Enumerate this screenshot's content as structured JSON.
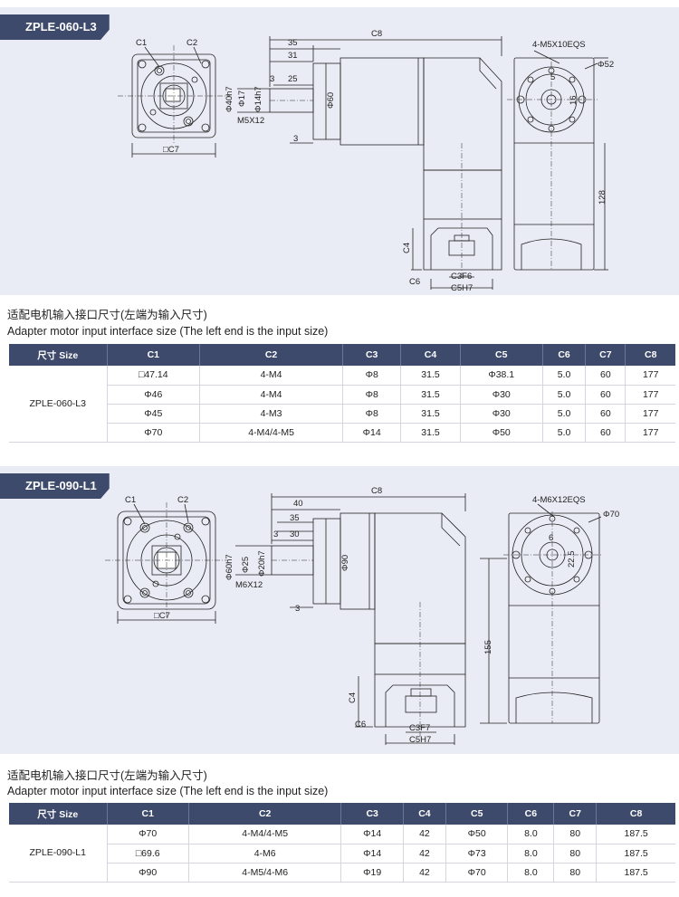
{
  "section1": {
    "tag": "ZPLE-060-L3",
    "drawing": {
      "c1": "C1",
      "c2": "C2",
      "c7": "□C7",
      "c8": "C8",
      "d35": "35",
      "d31": "31",
      "d25": "25",
      "d3a": "3",
      "d3b": "3",
      "phi40": "Φ40h7",
      "phi17": "Φ17",
      "phi14": "Φ14h7",
      "m5": "M5X12",
      "phi60": "Φ60",
      "holes": "4-M5X10EQS",
      "phi52": "Φ52",
      "d5": "5",
      "d16": "16",
      "h128": "128",
      "c4": "C4",
      "c6": "C6",
      "c3f6": "C3F6",
      "c5h7": "C5H7"
    },
    "caption_cn": "适配电机输入接口尺寸(左端为输入尺寸)",
    "caption_en": "Adapter motor input interface size (The left end is the input size)",
    "headers": [
      "尺寸 Size",
      "C1",
      "C2",
      "C3",
      "C4",
      "C5",
      "C6",
      "C7",
      "C8"
    ],
    "model": "ZPLE-060-L3",
    "rows": [
      [
        "□47.14",
        "4-M4",
        "Φ8",
        "31.5",
        "Φ38.1",
        "5.0",
        "60",
        "177"
      ],
      [
        "Φ46",
        "4-M4",
        "Φ8",
        "31.5",
        "Φ30",
        "5.0",
        "60",
        "177"
      ],
      [
        "Φ45",
        "4-M3",
        "Φ8",
        "31.5",
        "Φ30",
        "5.0",
        "60",
        "177"
      ],
      [
        "Φ70",
        "4-M4/4-M5",
        "Φ14",
        "31.5",
        "Φ50",
        "5.0",
        "60",
        "177"
      ]
    ]
  },
  "section2": {
    "tag": "ZPLE-090-L1",
    "drawing": {
      "c1": "C1",
      "c2": "C2",
      "c7": "□C7",
      "c8": "C8",
      "d40": "40",
      "d35": "35",
      "d30": "30",
      "d3a": "3",
      "d3b": "3",
      "phi60": "Φ60h7",
      "phi25": "Φ25",
      "phi20": "Φ20h7",
      "m6": "M6X12",
      "phi90": "Φ90",
      "holes": "4-M6X12EQS",
      "phi70": "Φ70",
      "d6": "6",
      "d225": "22.5",
      "h155": "155",
      "c4": "C4",
      "c6": "C6",
      "c3f7": "C3F7",
      "c5h7": "C5H7"
    },
    "caption_cn": "适配电机输入接口尺寸(左端为输入尺寸)",
    "caption_en": "Adapter motor input interface size (The left end is the input size)",
    "headers": [
      "尺寸 Size",
      "C1",
      "C2",
      "C3",
      "C4",
      "C5",
      "C6",
      "C7",
      "C8"
    ],
    "model": "ZPLE-090-L1",
    "rows": [
      [
        "Φ70",
        "4-M4/4-M5",
        "Φ14",
        "42",
        "Φ50",
        "8.0",
        "80",
        "187.5"
      ],
      [
        "□69.6",
        "4-M6",
        "Φ14",
        "42",
        "Φ73",
        "8.0",
        "80",
        "187.5"
      ],
      [
        "Φ90",
        "4-M5/4-M6",
        "Φ19",
        "42",
        "Φ70",
        "8.0",
        "80",
        "187.5"
      ]
    ]
  }
}
